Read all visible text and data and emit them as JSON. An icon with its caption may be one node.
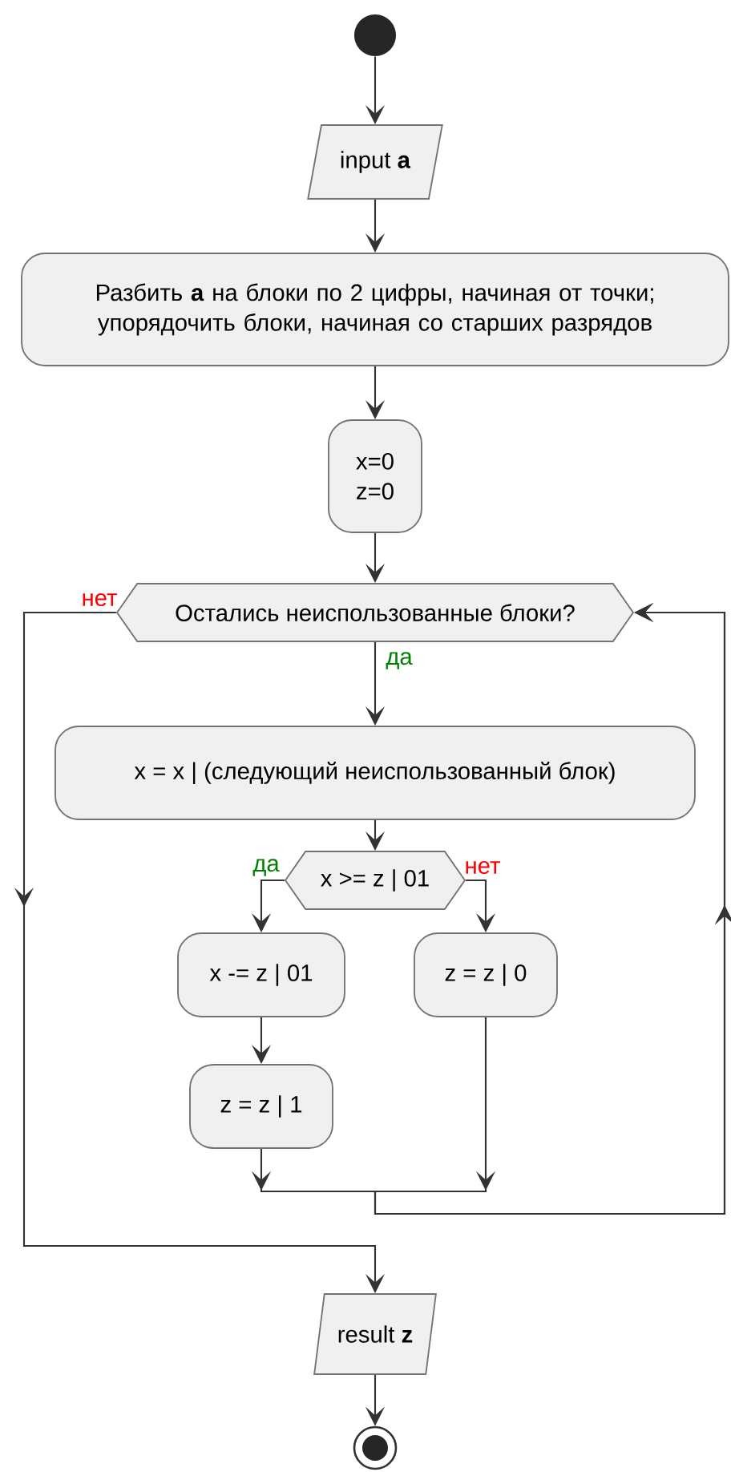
{
  "diagram": {
    "nodes": [
      {
        "text": [],
        "shape": "circle"
      },
      {
        "text": [
          "input **a**"
        ]
      },
      {
        "text": [
          "Разбить **a** на блоки по 2 цифры, начиная от точки; упорядочить блоки, начиная со старших разрядов"
        ]
      },
      {
        "text": [
          "x=0 z=0"
        ]
      },
      {
        "text": [
          "Остались неиспользованные блоки?"
        ]
      },
      {
        "text": [
          "x = x | (следующий неиспользованный блок)"
        ]
      },
      {
        "text": [
          "x >= z | 01"
        ]
      },
      {
        "text": [
          "x -= z | 01"
        ]
      },
      {
        "text": [
          "z = z | 0"
        ]
      },
      {
        "text": [
          "z = z | 1"
        ]
      },
      {
        "text": [
          "result **z**"
        ]
      },
      {
        "text": [],
        "shape": "circle"
      }
    ],
    "edges": [
      {
        "from": 0,
        "to": 1,
        "arrow": "to"
      },
      {
        "from": 1,
        "to": 2,
        "arrow": "to"
      },
      {
        "from": 2,
        "to": 3,
        "arrow": "to"
      },
      {
        "from": 3,
        "to": 4,
        "arrow": "to"
      },
      {
        "from": 4,
        "to": 5,
        "arrow": "to",
        "label": "да"
      },
      {
        "from": 5,
        "to": 6,
        "arrow": "to"
      },
      {
        "from": 6,
        "to": 7,
        "arrow": "to",
        "label": "да"
      },
      {
        "from": 6,
        "to": 8,
        "arrow": "to",
        "label": "нет"
      },
      {
        "from": 7,
        "to": 9,
        "arrow": "to"
      },
      {
        "from": 9,
        "to": 4,
        "arrow": "to"
      },
      {
        "from": 8,
        "to": 4,
        "arrow": "to"
      },
      {
        "from": 4,
        "to": 10,
        "arrow": "to",
        "label": "нет"
      },
      {
        "from": 10,
        "to": 11,
        "arrow": "to"
      }
    ]
  }
}
